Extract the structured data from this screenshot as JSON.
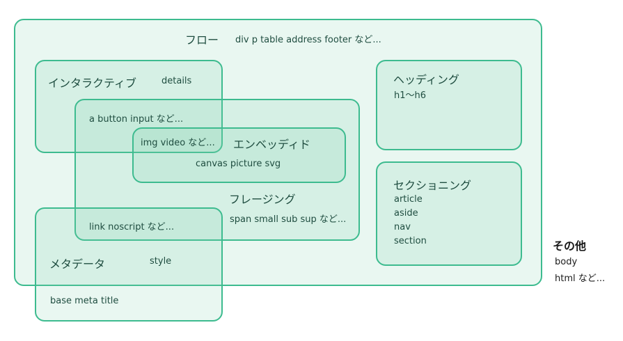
{
  "flow": {
    "title": "フロー",
    "examples": "div p table address footer など..."
  },
  "interactive": {
    "title": "インタラクティブ",
    "examples": "details",
    "shared": "a button input など..."
  },
  "embedded": {
    "title": "エンベッディド",
    "examples": "canvas picture svg",
    "shared": "img video など..."
  },
  "phrasing": {
    "title": "フレージング",
    "examples": "span small sub sup など..."
  },
  "metadata": {
    "title": "メタデータ",
    "examples": "style",
    "shared": "link noscript など...",
    "outside": "base meta title"
  },
  "heading": {
    "title": "ヘッディング",
    "items": [
      "h1〜h6"
    ]
  },
  "sectioning": {
    "title": "セクショニング",
    "items": [
      "article",
      "aside",
      "nav",
      "section"
    ]
  },
  "other": {
    "title": "その他",
    "items": [
      "body",
      "html など..."
    ]
  },
  "colors": {
    "border": "#3dbb8f",
    "fill": "#e6f5ef",
    "text": "#1f4d40"
  }
}
